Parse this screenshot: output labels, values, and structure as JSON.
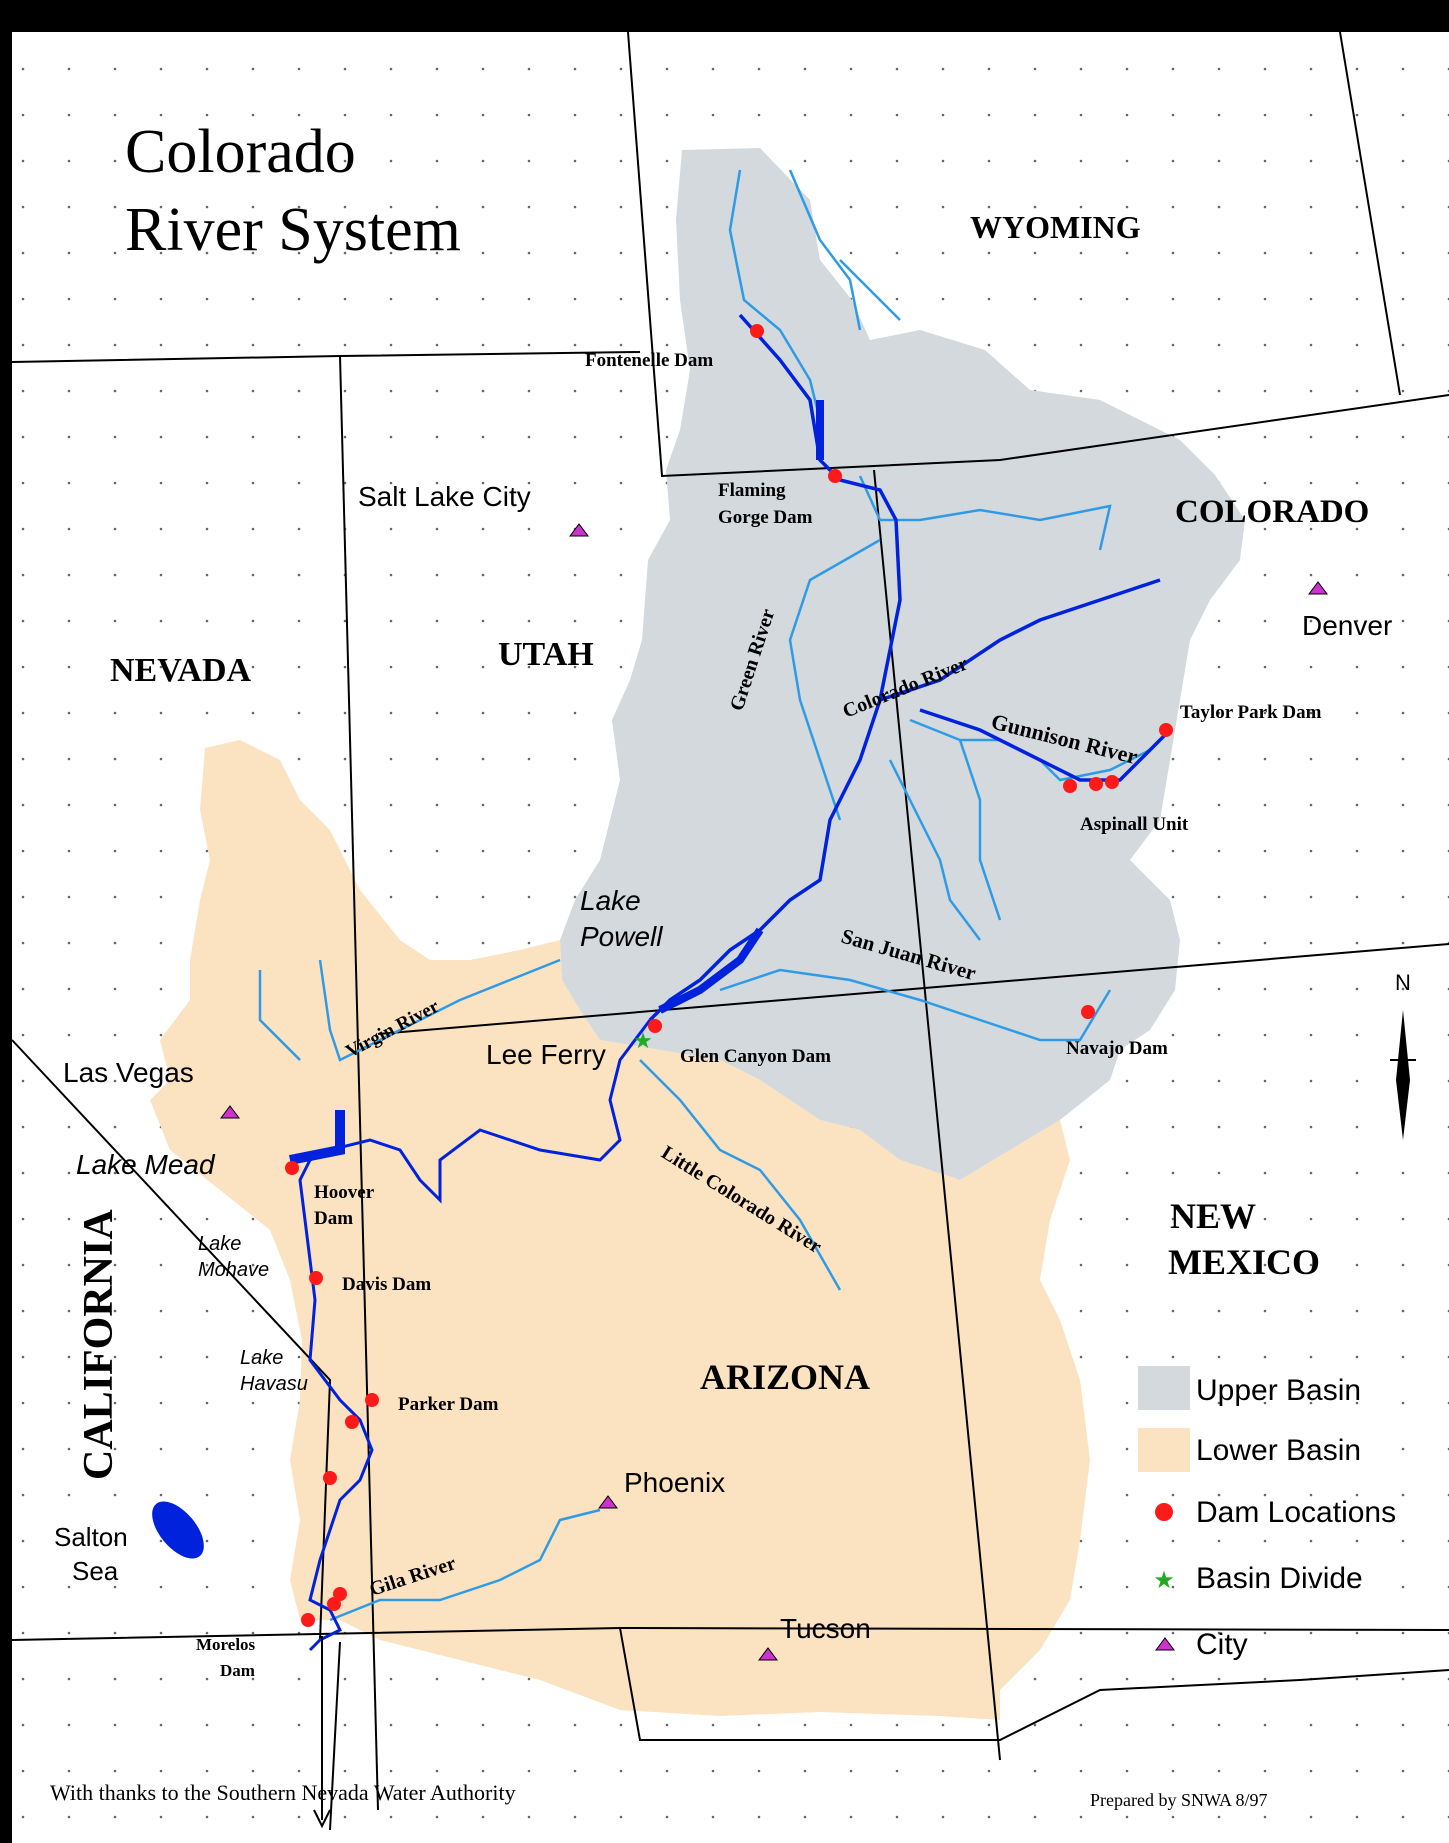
{
  "title": {
    "line1": "Colorado",
    "line2": "River System"
  },
  "states": {
    "wyoming": "WYOMING",
    "colorado": "COLORADO",
    "utah": "UTAH",
    "nevada": "NEVADA",
    "arizona": "ARIZONA",
    "new_mexico_1": "NEW",
    "new_mexico_2": "MEXICO",
    "california": "CALIFORNIA"
  },
  "cities": {
    "salt_lake_city": "Salt Lake City",
    "denver": "Denver",
    "las_vegas": "Las Vegas",
    "phoenix": "Phoenix",
    "tucson": "Tucson",
    "lee_ferry": "Lee Ferry"
  },
  "dams": {
    "fontenelle": "Fontenelle Dam",
    "flaming_gorge_1": "Flaming",
    "flaming_gorge_2": "Gorge Dam",
    "taylor_park": "Taylor Park Dam",
    "aspinall": "Aspinall Unit",
    "glen_canyon": "Glen Canyon Dam",
    "navajo": "Navajo Dam",
    "hoover_1": "Hoover",
    "hoover_2": "Dam",
    "davis": "Davis Dam",
    "parker": "Parker Dam",
    "morelos_1": "Morelos",
    "morelos_2": "Dam"
  },
  "rivers": {
    "green": "Green River",
    "colorado": "Colorado River",
    "gunnison": "Gunnison River",
    "san_juan": "San Juan River",
    "virgin": "Virgin River",
    "little_colorado": "Little Colorado River",
    "gila": "Gila River"
  },
  "lakes": {
    "powell_1": "Lake",
    "powell_2": "Powell",
    "mead": "Lake Mead",
    "mohave_1": "Lake",
    "mohave_2": "Mohave",
    "havasu_1": "Lake",
    "havasu_2": "Havasu",
    "salton_1": "Salton",
    "salton_2": "Sea"
  },
  "compass": "N",
  "legend": {
    "items": [
      {
        "label": "Upper Basin",
        "symbol": "swatch",
        "color": "#d3d9dd"
      },
      {
        "label": "Lower Basin",
        "symbol": "swatch",
        "color": "#fbe2c0"
      },
      {
        "label": "Dam Locations",
        "symbol": "dot",
        "color": "#ff1a1a"
      },
      {
        "label": "Basin Divide",
        "symbol": "star",
        "color": "#22aa22"
      },
      {
        "label": "City",
        "symbol": "triangle",
        "color": "#cc33cc"
      }
    ]
  },
  "credits": {
    "thanks": "With thanks to the Southern Nevada Water Authority",
    "prepared": "Prepared by SNWA 8/97"
  },
  "colors": {
    "upper_basin": "#d3d9dd",
    "lower_basin": "#fbe2c0",
    "main_river": "#0022dd",
    "tributary": "#2f9be6",
    "dam": "#ff1a1a",
    "city": "#cc33cc",
    "basin_divide": "#22aa22"
  }
}
